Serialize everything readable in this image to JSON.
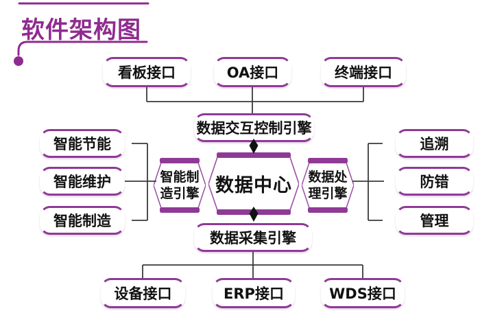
{
  "title": "软件架构图",
  "colors": {
    "node_border_purple": "#8e3a96",
    "title_purple": "#8f2b8f",
    "connector_gray": "#3a3a3a",
    "arrow_black": "#111111",
    "text_black": "#111111"
  },
  "top_interfaces": [
    "看板接口",
    "OA接口",
    "终端接口"
  ],
  "control_engine": "数据交互控制引擎",
  "center": "数据中心",
  "left_engine": {
    "line1": "智能制",
    "line2": "造引擎"
  },
  "right_engine": {
    "line1": "数据处",
    "line2": "理引擎"
  },
  "left_modules": [
    "智能节能",
    "智能维护",
    "智能制造"
  ],
  "right_modules": [
    "追溯",
    "防错",
    "管理"
  ],
  "collection_engine": "数据采集引擎",
  "bottom_interfaces": [
    "设备接口",
    "ERP接口",
    "WDS接口"
  ],
  "icons": {
    "down_arrow_top": "diamond-down-arrow",
    "down_arrow_bottom": "diamond-down-arrow"
  }
}
